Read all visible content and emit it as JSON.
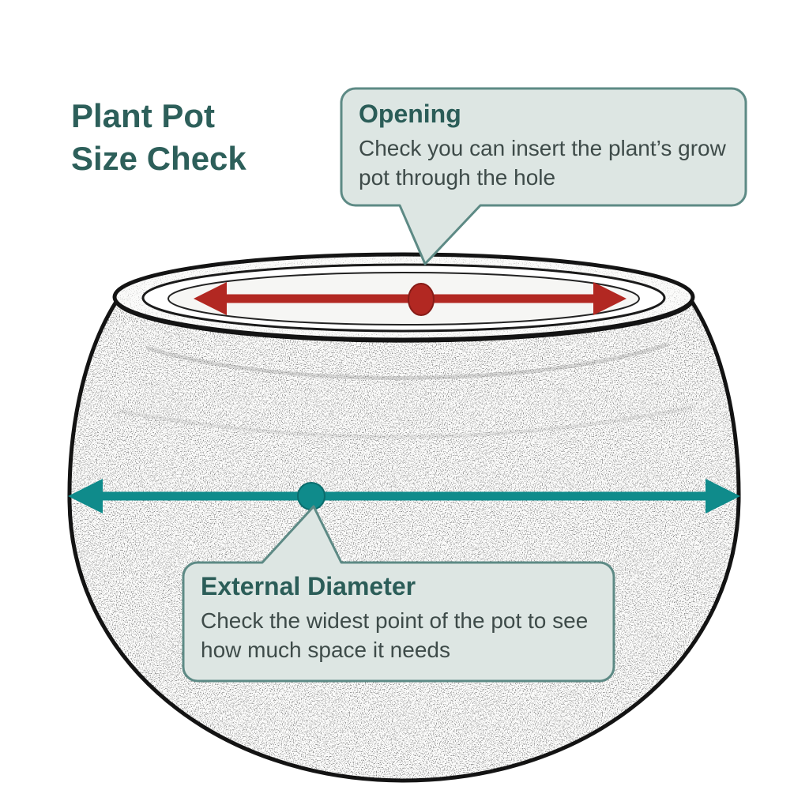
{
  "title": {
    "line1": "Plant Pot",
    "line2": "Size Check"
  },
  "callouts": {
    "opening": {
      "heading": "Opening",
      "body": "Check you can insert the plant’s grow pot through the hole"
    },
    "external_diameter": {
      "heading": "External Diameter",
      "body": "Check the widest point of the pot to see how much space it needs"
    }
  },
  "colors": {
    "heading_teal": "#2b5d58",
    "body_text": "#3e4b49",
    "callout_fill": "#dde6e3",
    "callout_border": "#5d8a85",
    "opening_red": "#b22822",
    "diameter_teal": "#0f8b8b",
    "pot_outline": "#141414"
  },
  "diagram": {
    "subject": "round plant pot sketch",
    "opening_marker": "red double-headed arrow across pot opening with centre dot",
    "diameter_marker": "teal double-headed arrow across widest point with centre dot"
  }
}
